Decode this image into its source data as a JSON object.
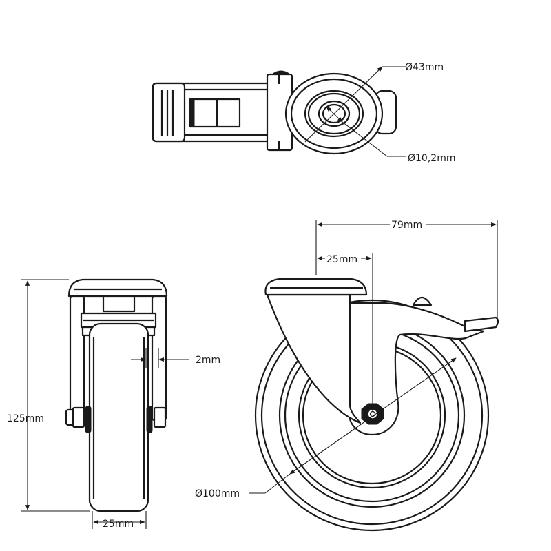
{
  "drawing": {
    "top_view": {
      "outer_diameter": "Ø43mm",
      "bore_diameter": "Ø10,2mm"
    },
    "front_view": {
      "height": "125mm",
      "wheel_width": "25mm",
      "offset": "2mm"
    },
    "side_view": {
      "overall_length": "79mm",
      "swivel_offset": "25mm",
      "wheel_diameter": "Ø100mm"
    }
  }
}
